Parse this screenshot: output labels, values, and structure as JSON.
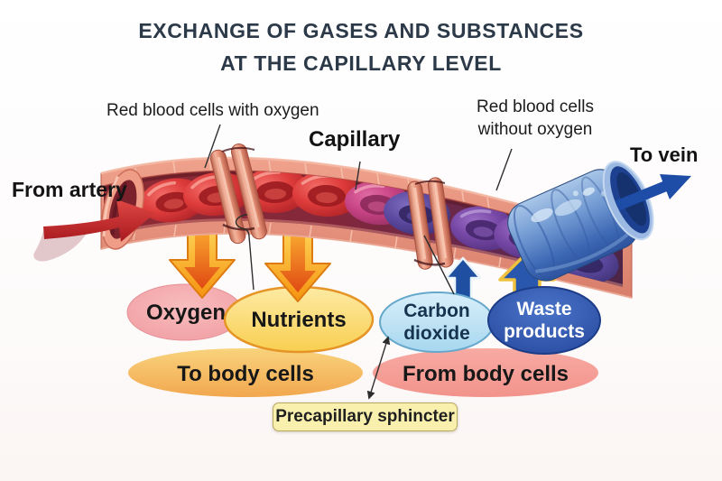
{
  "title": {
    "line1": "EXCHANGE OF GASES AND SUBSTANCES",
    "line2": "AT THE CAPILLARY LEVEL"
  },
  "labels": {
    "rbc_with_oxygen": "Red blood cells with oxygen",
    "capillary": "Capillary",
    "rbc_without_oxygen": "Red blood cells\nwithout oxygen",
    "to_vein": "To vein",
    "from_artery": "From artery",
    "precapillary_sphincter": "Precapillary sphincter"
  },
  "ovals": {
    "oxygen": {
      "label": "Oxygen"
    },
    "nutrients": {
      "label": "Nutrients"
    },
    "to_body_cells": {
      "label": "To body cells"
    },
    "carbon_dioxide": {
      "line1": "Carbon",
      "line2": "dioxide"
    },
    "waste_products": {
      "line1": "Waste",
      "line2": "products"
    },
    "from_body_cells": {
      "label": "From body cells"
    }
  },
  "colors": {
    "title_text": "#2b3948",
    "capillary_wall": "#e8907c",
    "capillary_lumen": "#82273a",
    "oxygenated_cell": "#d93434",
    "transition_cell": "#c2417f",
    "deoxygenated_cell": "#6a3f9c",
    "vein_blue": "#4a74c4",
    "artery_arrow_red": "#c5242b",
    "down_arrow_orange": "#f79c1d",
    "up_arrow_blue": "#2456ac",
    "oxygen_oval": "#f4a6a9",
    "nutrients_oval": "#fad85e",
    "to_body_cells_oval": "#f6bc5e",
    "carbon_dioxide_oval": "#b9dff2",
    "waste_products_oval": "#2f55ad",
    "from_body_cells_oval": "#f59b94",
    "sphincter_box_bg": "#faf0ae"
  }
}
